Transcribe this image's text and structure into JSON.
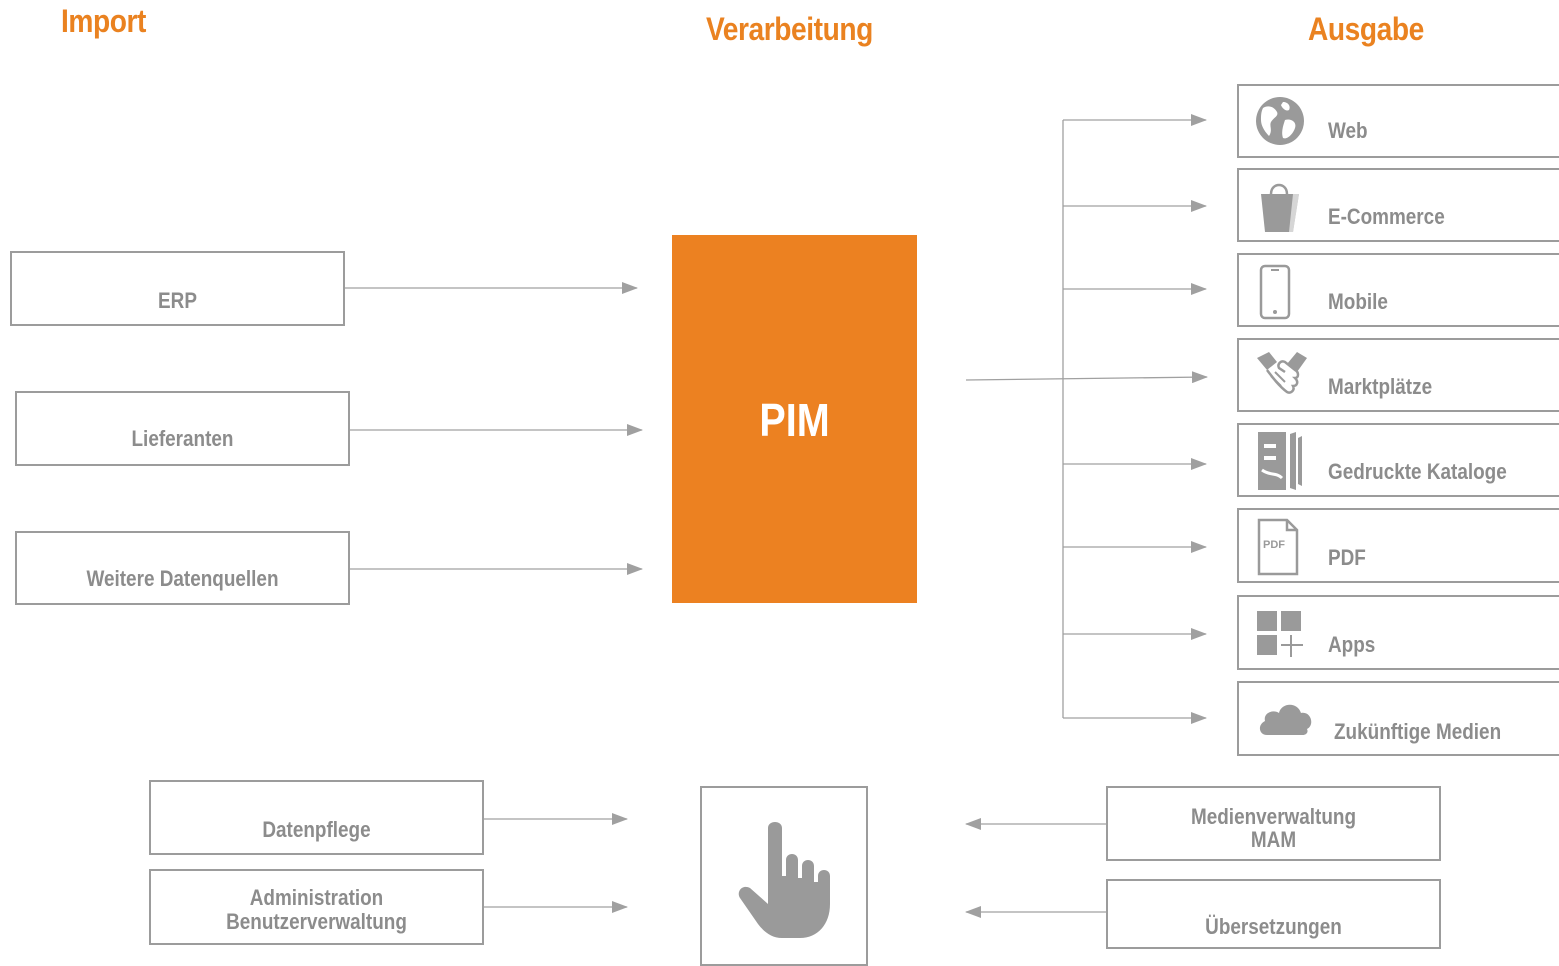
{
  "headings": {
    "import": "Import",
    "processing": "Verarbeitung",
    "output": "Ausgabe"
  },
  "core": {
    "label": "PIM"
  },
  "import_sources": [
    {
      "label": "ERP"
    },
    {
      "label": "Lieferanten"
    },
    {
      "label": "Weitere Datenquellen"
    }
  ],
  "output_channels": [
    {
      "label": "Web",
      "icon": "globe-icon"
    },
    {
      "label": "E-Commerce",
      "icon": "shopping-bag-icon"
    },
    {
      "label": "Mobile",
      "icon": "smartphone-icon"
    },
    {
      "label": "Marktplätze",
      "icon": "handshake-icon"
    },
    {
      "label": "Gedruckte Kataloge",
      "icon": "catalog-icon"
    },
    {
      "label": "PDF",
      "icon": "pdf-file-icon"
    },
    {
      "label": "Apps",
      "icon": "apps-grid-icon"
    },
    {
      "label": "Zukünftige Medien",
      "icon": "cloud-icon"
    }
  ],
  "bottom": {
    "left": [
      {
        "line1": "Datenpflege",
        "line2": ""
      },
      {
        "line1": "Administration",
        "line2": "Benutzerverwaltung"
      }
    ],
    "right": [
      {
        "line1": "Medienverwaltung",
        "line2": "MAM"
      },
      {
        "line1": "Übersetzungen",
        "line2": ""
      }
    ],
    "center_icon": "pointing-hand-icon"
  },
  "pdf_icon_text": "PDF",
  "colors": {
    "accent": "#ec8121",
    "heading": "#ea8220",
    "border": "#9c9c9c",
    "text": "#8c8c8c",
    "icon": "#909090",
    "arrow": "#a0a0a0"
  }
}
